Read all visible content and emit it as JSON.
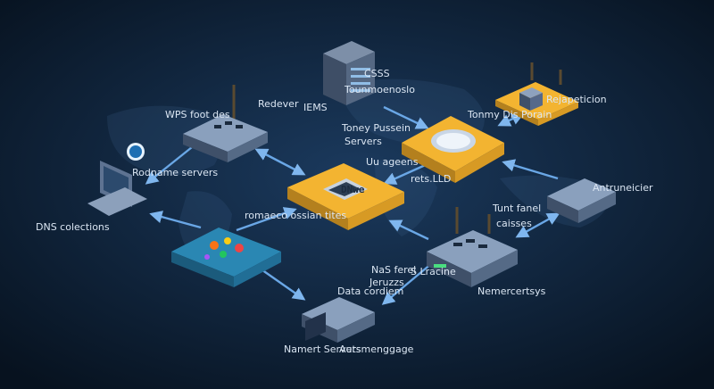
{
  "labels": {
    "rack_top_1": "CSSS",
    "rack_top_2": "Tounmoenoslo",
    "router_left_1": "WPS foot des",
    "router_left_2": "Redever",
    "router_left_3": "IEMS",
    "laptop_1": "Rodname servers",
    "laptop_2": "DNS colections",
    "hub_top_1": "Tonmy Dis Porain",
    "hub_top_2": "Toney Pussein",
    "hub_top_3": "Servers",
    "hub_mid_1": "Uu ageens",
    "hub_mid_2": "rets.LLD",
    "right_top": "Rejapeticion",
    "right_mid": "Antruneicier",
    "right_sw_1": "Tunt fanel",
    "right_sw_2": "caisses",
    "switch_bottom": "Nemercertsys",
    "mid_1": "romaeco ossian tites",
    "mid_2": "NaS ferel",
    "mid_3": "Jeruzzs",
    "mid_4": "S Lracine",
    "bottom_1": "Data cordiem",
    "bottom_2": "Namert Servers",
    "bottom_3": "Autsmenggage",
    "center_screen": "DNwe"
  },
  "colors": {
    "background": "#0b1a2e",
    "accent": "#f3b431",
    "device": "#5c6f8c",
    "teal": "#2a87b3",
    "arrow": "#6aa7e6"
  }
}
